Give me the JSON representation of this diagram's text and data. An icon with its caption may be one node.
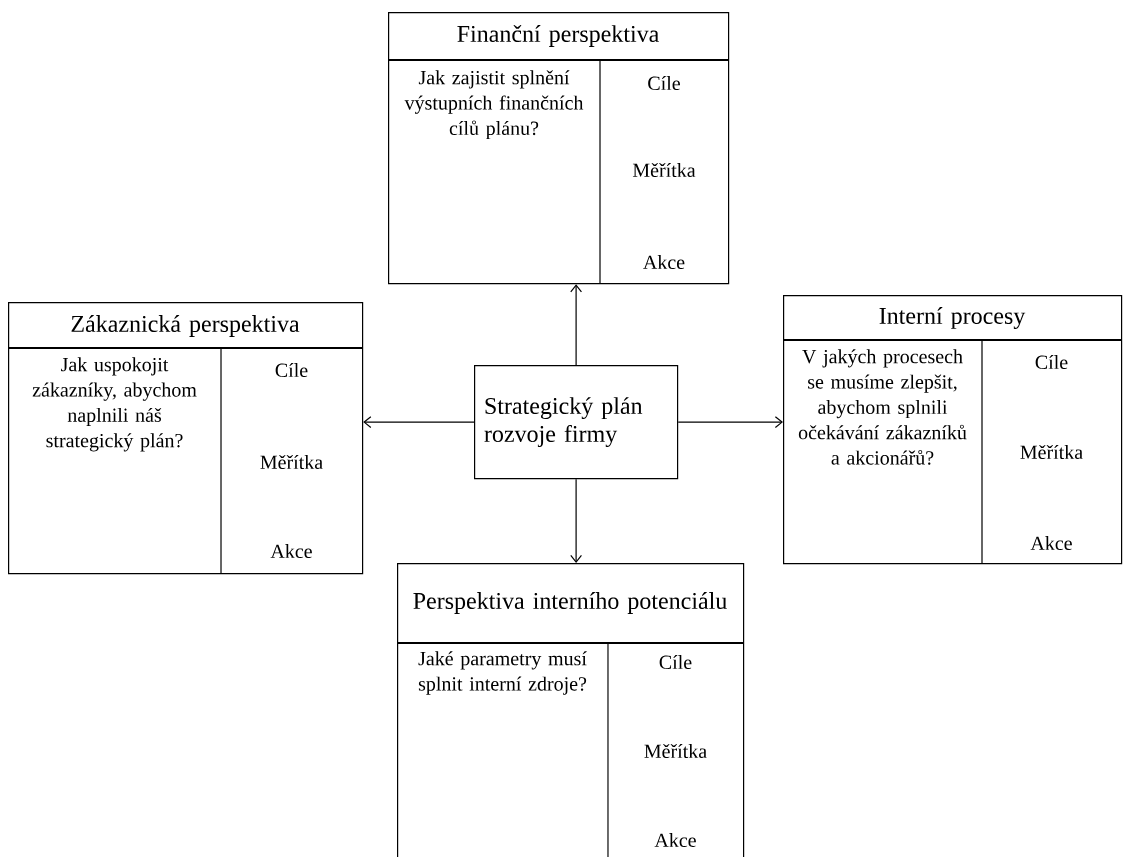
{
  "diagram": {
    "nodes": [
      {
        "text": [
          "Finanční perspektiva",
          "Jak zajistit splnění výstupních finančních cílů plánu?",
          "Cíle",
          "Měřítka",
          "Akce"
        ]
      },
      {
        "text": [
          "Zákaznická perspektiva",
          "Jak uspokojit zákazníky, abychom naplnili náš strategický plán?",
          "Cíle",
          "Měřítka",
          "Akce"
        ]
      },
      {
        "text": [
          "Strategický plán rozvoje firmy"
        ]
      },
      {
        "text": [
          "Interní procesy",
          "V jakých procesech se musíme zlepšit, abychom splnili očekávání zákazníků a akcionářů?",
          "Cíle",
          "Měřítka",
          "Akce"
        ]
      },
      {
        "text": [
          "Perspektiva interního potenciálu",
          "Jaké parametry musí splnit interní zdroje?",
          "Cíle",
          "Měřítka",
          "Akce"
        ]
      }
    ],
    "edges": [
      {
        "from": 2,
        "to": 0,
        "arrow": "to"
      },
      {
        "from": 2,
        "to": 1,
        "arrow": "to"
      },
      {
        "from": 2,
        "to": 3,
        "arrow": "to"
      },
      {
        "from": 2,
        "to": 4,
        "arrow": "to"
      }
    ]
  }
}
